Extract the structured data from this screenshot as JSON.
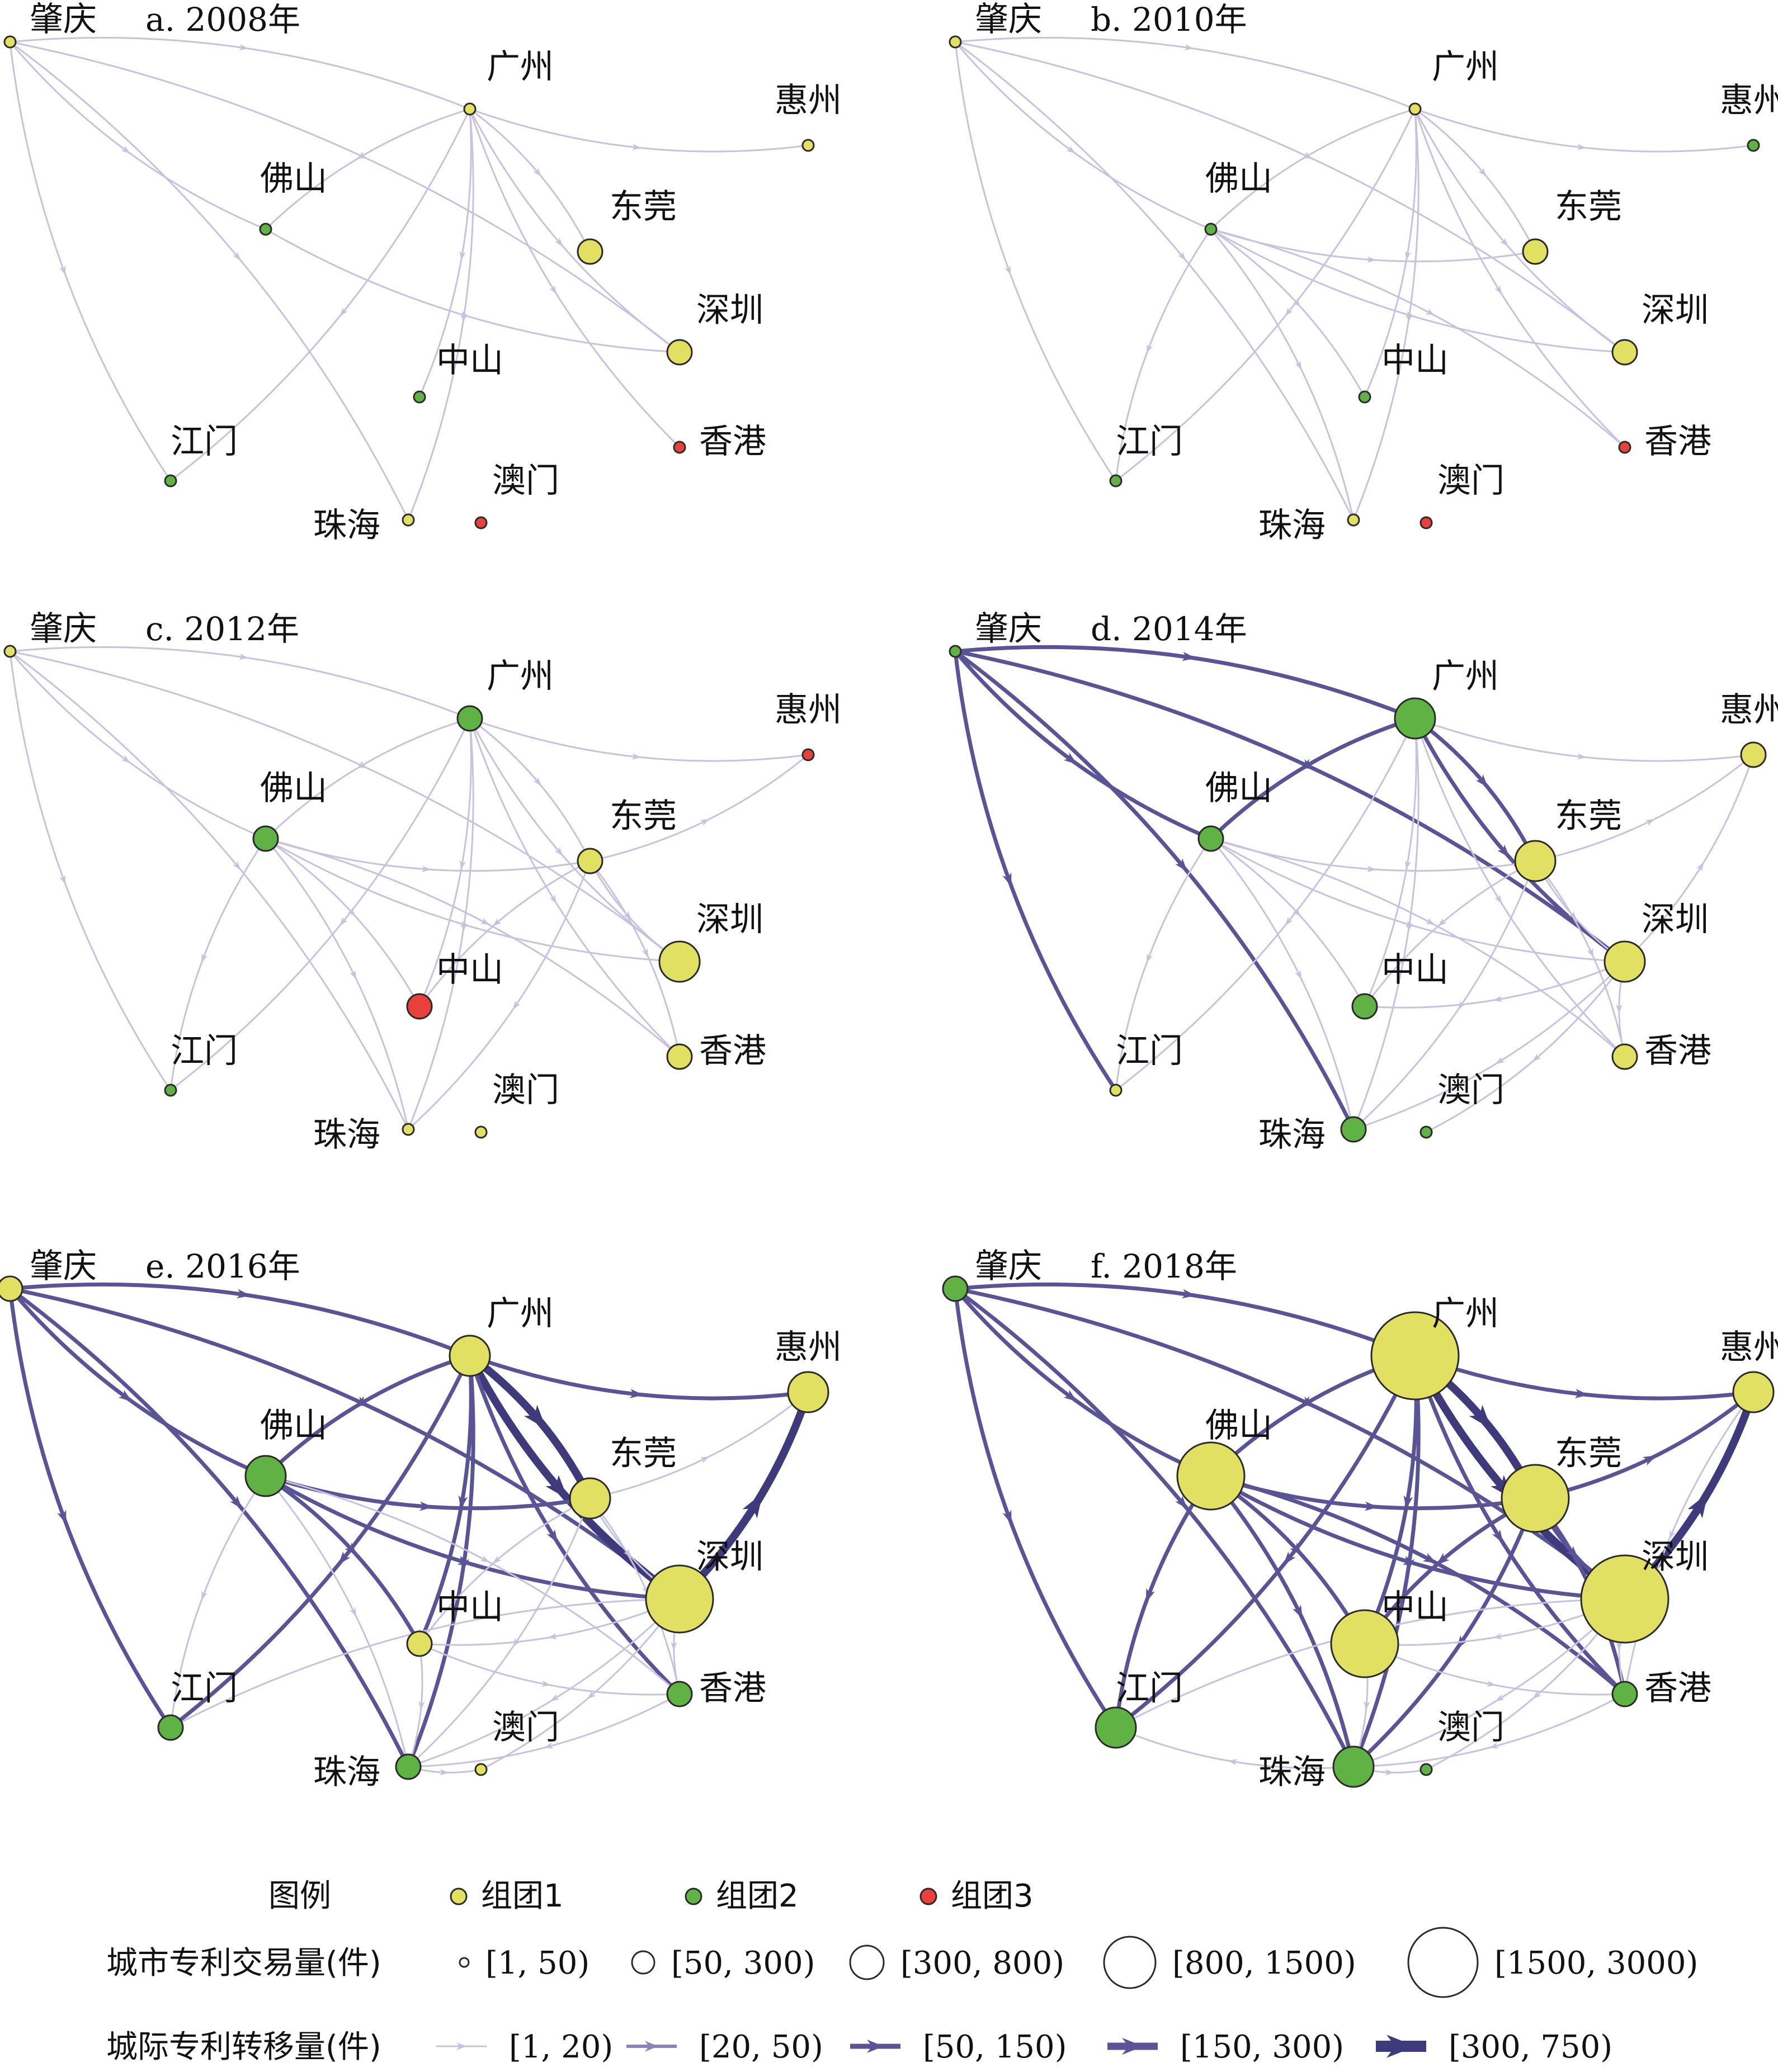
{
  "colors": {
    "group1": "#e2e062",
    "group2": "#5fb243",
    "group3": "#e8403c",
    "edge_light": "#c9c2de",
    "edge_mid": "#8a82b8",
    "edge_dark": "#5a5497",
    "edge_darkest": "#3f3a7c",
    "node_stroke": "#2b2b2b"
  },
  "cities": [
    "肇庆",
    "广州",
    "惠州",
    "佛山",
    "东莞",
    "深圳",
    "中山",
    "香港",
    "江门",
    "澳门",
    "珠海"
  ],
  "panels": [
    {
      "title": "a. 2008年",
      "groups": {
        "肇庆": 1,
        "广州": 1,
        "惠州": 1,
        "佛山": 2,
        "东莞": 1,
        "深圳": 1,
        "中山": 2,
        "香港": 3,
        "江门": 2,
        "澳门": 3,
        "珠海": 1
      },
      "sizes": {
        "肇庆": 0,
        "广州": 0,
        "惠州": 0,
        "佛山": 0,
        "东莞": 1,
        "深圳": 1,
        "中山": 0,
        "香港": 0,
        "江门": 0,
        "澳门": 0,
        "珠海": 0
      }
    },
    {
      "title": "b. 2010年",
      "groups": {
        "肇庆": 1,
        "广州": 1,
        "惠州": 2,
        "佛山": 2,
        "东莞": 1,
        "深圳": 1,
        "中山": 2,
        "香港": 3,
        "江门": 2,
        "澳门": 3,
        "珠海": 1
      },
      "sizes": {
        "肇庆": 0,
        "广州": 0,
        "惠州": 0,
        "佛山": 0,
        "东莞": 1,
        "深圳": 1,
        "中山": 0,
        "香港": 0,
        "江门": 0,
        "澳门": 0,
        "珠海": 0
      }
    },
    {
      "title": "c. 2012年",
      "groups": {
        "肇庆": 1,
        "广州": 2,
        "惠州": 3,
        "佛山": 2,
        "东莞": 1,
        "深圳": 1,
        "中山": 3,
        "香港": 1,
        "江门": 2,
        "澳门": 1,
        "珠海": 1
      },
      "sizes": {
        "肇庆": 0,
        "广州": 1,
        "惠州": 0,
        "佛山": 1,
        "东莞": 1,
        "深圳": 2,
        "中山": 1,
        "香港": 1,
        "江门": 0,
        "澳门": 0,
        "珠海": 0
      }
    },
    {
      "title": "d. 2014年",
      "groups": {
        "肇庆": 2,
        "广州": 2,
        "惠州": 1,
        "佛山": 2,
        "东莞": 1,
        "深圳": 1,
        "中山": 2,
        "香港": 1,
        "江门": 1,
        "澳门": 2,
        "珠海": 2
      },
      "sizes": {
        "肇庆": 0,
        "广州": 2,
        "惠州": 1,
        "佛山": 1,
        "东莞": 2,
        "深圳": 2,
        "中山": 1,
        "香港": 1,
        "江门": 0,
        "澳门": 0,
        "珠海": 1
      }
    },
    {
      "title": "e. 2016年",
      "groups": {
        "肇庆": 1,
        "广州": 1,
        "惠州": 1,
        "佛山": 2,
        "东莞": 1,
        "深圳": 1,
        "中山": 1,
        "香港": 2,
        "江门": 2,
        "澳门": 1,
        "珠海": 2
      },
      "sizes": {
        "肇庆": 1,
        "广州": 2,
        "惠州": 2,
        "佛山": 2,
        "东莞": 2,
        "深圳": 3,
        "中山": 1,
        "香港": 1,
        "江门": 1,
        "澳门": 0,
        "珠海": 1
      }
    },
    {
      "title": "f. 2018年",
      "groups": {
        "肇庆": 2,
        "广州": 1,
        "惠州": 1,
        "佛山": 1,
        "东莞": 1,
        "深圳": 1,
        "中山": 1,
        "香港": 2,
        "江门": 2,
        "澳门": 2,
        "珠海": 2
      },
      "sizes": {
        "肇庆": 1,
        "广州": 4,
        "惠州": 2,
        "佛山": 3,
        "东莞": 3,
        "深圳": 4,
        "中山": 3,
        "香港": 1,
        "江门": 2,
        "澳门": 0,
        "珠海": 2
      }
    }
  ],
  "legend": {
    "title": "图例",
    "groups": [
      {
        "label": "组团1",
        "group": 1
      },
      {
        "label": "组团2",
        "group": 2
      },
      {
        "label": "组团3",
        "group": 3
      }
    ],
    "node_size_title": "城市专利交易量(件)",
    "node_sizes": [
      "[1, 50)",
      "[50, 300)",
      "[300, 800)",
      "[800, 1500)",
      "[1500, 3000)"
    ],
    "edge_title": "城际专利转移量(件)",
    "edge_widths": [
      "[1, 20)",
      "[20, 50)",
      "[50, 150)",
      "[150, 300)",
      "[300, 750)"
    ]
  }
}
